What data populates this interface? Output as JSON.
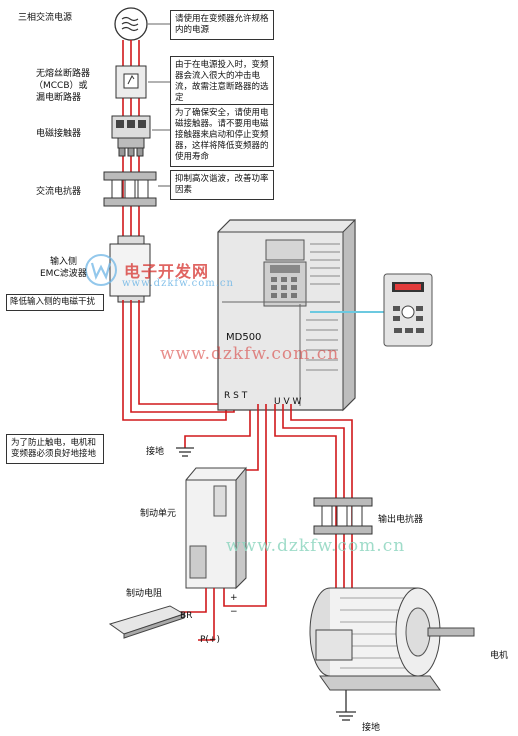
{
  "labels": {
    "power_source": "三相交流电源",
    "mccb_1": "无熔丝断路器",
    "mccb_2": "（MCCB）或",
    "mccb_3": "漏电断路器",
    "contactor": "电磁接触器",
    "ac_reactor": "交流电抗器",
    "emc_1": "输入侧",
    "emc_2": "EMC滤波器",
    "emc_note": "降低输入侧的电磁干扰",
    "ground_1": "接地",
    "brake_unit": "制动单元",
    "brake_resistor": "制动电阻",
    "output_reactor": "输出电抗器",
    "motor": "电机",
    "ground_2": "接地",
    "model": "MD500",
    "rst": "R S T",
    "uvw": "U V W",
    "br": "BR",
    "p_plus": "P(+)",
    "plus": "+",
    "minus": "−"
  },
  "notes": {
    "note1": "请使用在变频器允许规格内的电源",
    "note2": "由于在电源投入时，变频器会流入很大的冲击电流，故需注意断路器的选定",
    "note3": "为了确保安全，请使用电磁接触器。请不要用电磁接触器来启动和停止变频器，这样将降低变频器的使用寿命",
    "note4": "抑制高次谐波，改善功率因素",
    "note5": "为了防止触电，电机和变频器必须良好地接地"
  },
  "watermarks": {
    "logo_text": "电子开发网",
    "logo_url": "www.dzkfw.com.cn",
    "wm1": "www.dzkfw.com.cn",
    "wm2": "www.dzkfw.com.cn"
  },
  "colors": {
    "wire": "#d0181b",
    "watermark": "#8fd6c0"
  }
}
